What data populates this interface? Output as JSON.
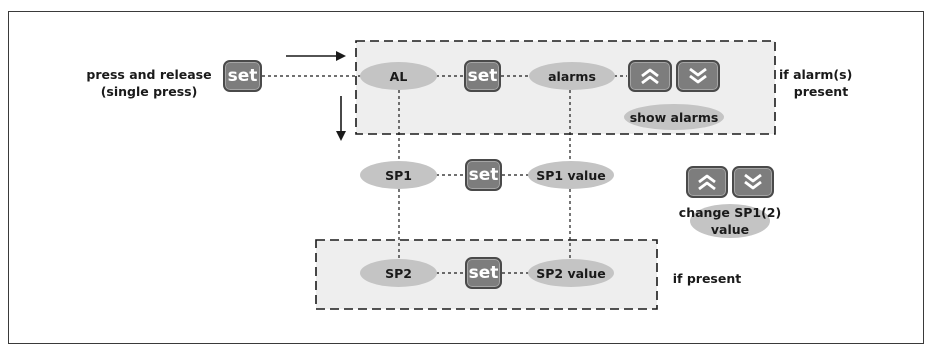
{
  "instruction": {
    "line1": "press and release",
    "line2": "(single press)"
  },
  "keys": {
    "set_label": "set"
  },
  "menu": {
    "al": "AL",
    "alarms": "alarms",
    "sp1": "SP1",
    "sp1_value": "SP1 value",
    "sp2": "SP2",
    "sp2_value": "SP2 value"
  },
  "notes": {
    "show_alarms": "show alarms",
    "if_alarms_line1": "if alarm(s)",
    "if_alarms_line2": "present",
    "if_present": "if present",
    "change_sp_line1": "change SP1(2)",
    "change_sp_line2": "value"
  },
  "icons": {
    "up": "chevron-double-up-icon",
    "down": "chevron-double-down-icon"
  },
  "colors": {
    "key_fill": "#7d7d7d",
    "oval_fill": "#c4c4c4",
    "box_fill": "#eeeeee",
    "line": "#1a1a1a"
  }
}
